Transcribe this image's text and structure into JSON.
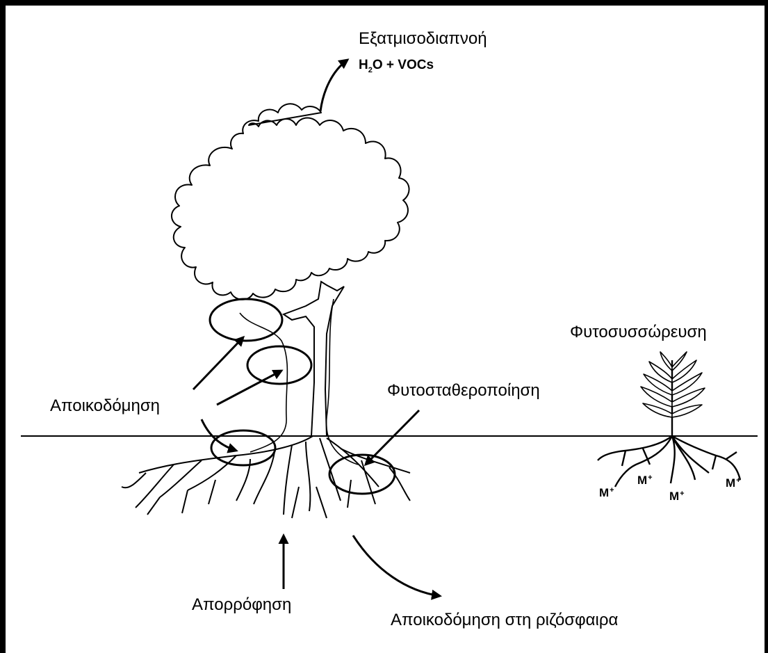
{
  "labels": {
    "evapotranspiration": "Εξατμισοδιαπνοή",
    "emission_h": "H",
    "emission_sub": "2",
    "emission_rest": "O + VOCs",
    "degradation": "Αποικοδόμηση",
    "phytostabilization": "Φυτοσταθεροποίηση",
    "phytoaccumulation": "Φυτοσυσσώρευση",
    "absorption": "Απορρόφηση",
    "rhizodegradation": "Αποικοδόμηση στη ριζόσφαιρα",
    "metal_ion": "M",
    "metal_charge": "+"
  },
  "colors": {
    "background": "#ffffff",
    "ink": "#000000"
  }
}
